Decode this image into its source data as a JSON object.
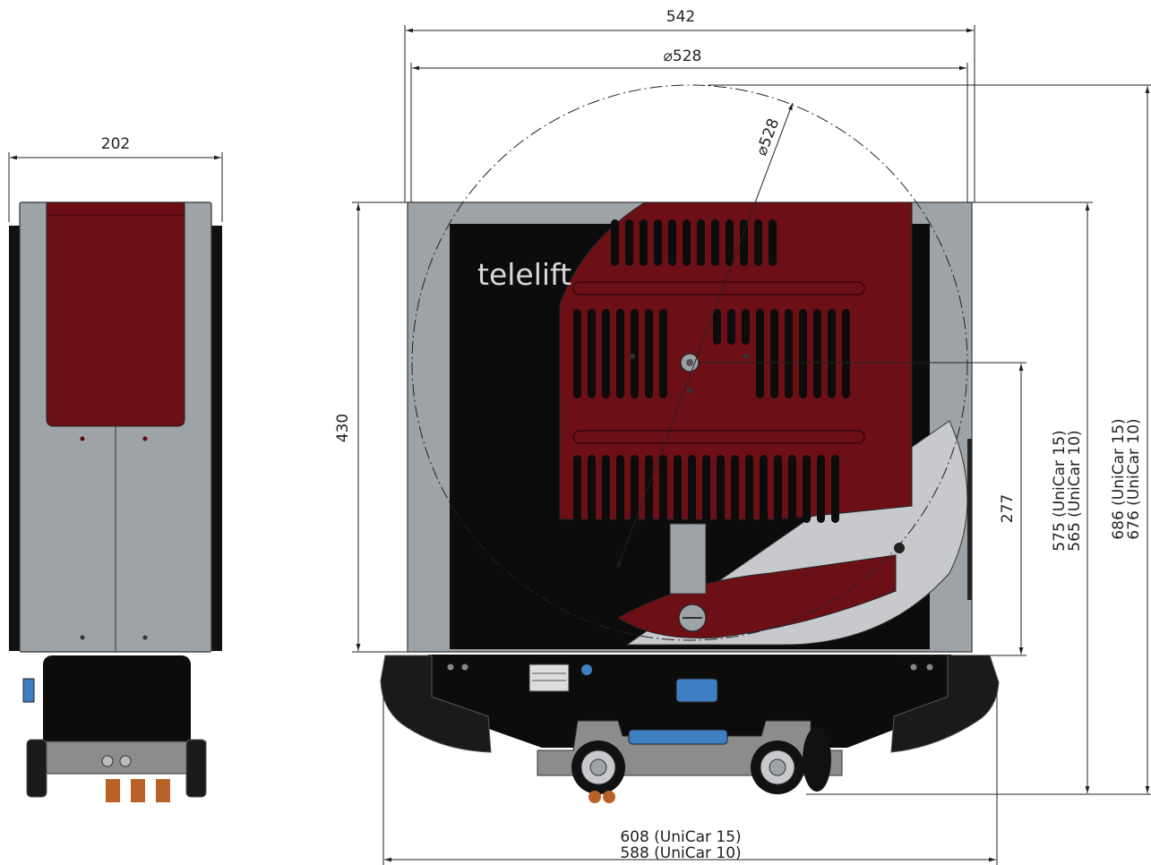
{
  "brand_text": "telelift",
  "colors": {
    "housing_grey": "#9a9fa3",
    "accent_red": "#6d1016",
    "frame_black": "#0c0c0c",
    "wheel_blue": "#3d7fc0",
    "bracket_grey": "#8c8c8c",
    "connector_orange": "#b8622a"
  },
  "dimensions": {
    "side_width": "202",
    "total_width": "542",
    "wheel_diameter_top": "⌀528",
    "wheel_diameter_diag": "⌀528",
    "housing_height": "430",
    "axis_height": "277",
    "height_mid_line1": "575 (UniCar 15)",
    "height_mid_line2": "565 (UniCar 10)",
    "height_total_line1": "686  (UniCar 15)",
    "height_total_line2": "676  (UniCar 10)",
    "base_width_line1": "608 (UniCar 15)",
    "base_width_line2": "588 (UniCar 10)"
  }
}
